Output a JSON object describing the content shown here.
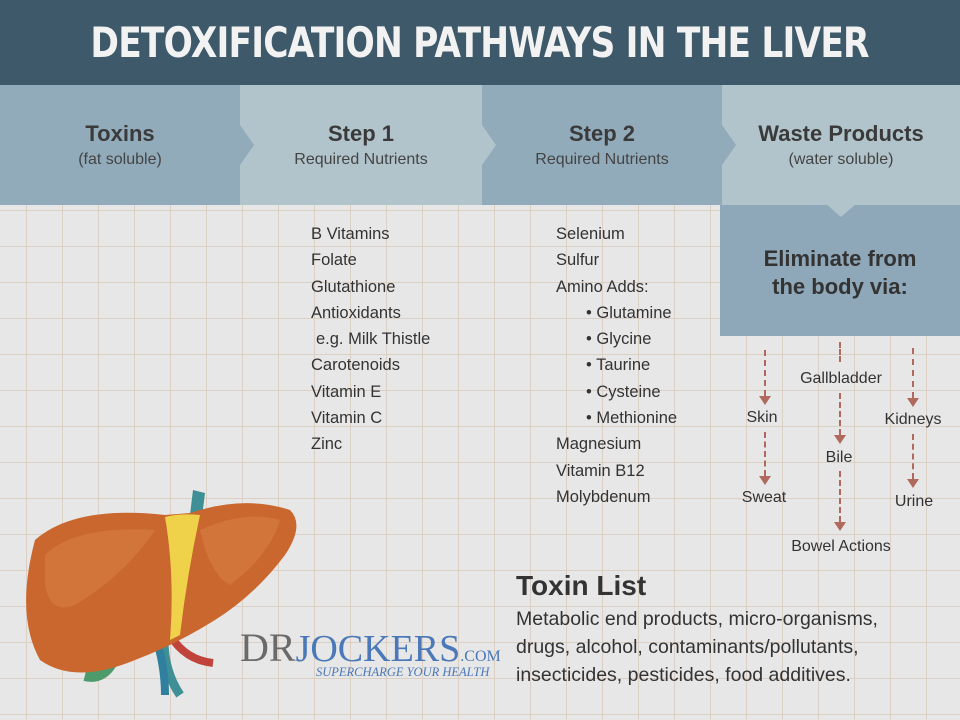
{
  "title": "DETOXIFICATION PATHWAYS IN THE LIVER",
  "columns": [
    {
      "heading": "Toxins",
      "sub": "(fat soluble)"
    },
    {
      "heading": "Step 1",
      "sub": "Required Nutrients"
    },
    {
      "heading": "Step 2",
      "sub": "Required Nutrients"
    },
    {
      "heading": "Waste Products",
      "sub": "(water soluble)"
    }
  ],
  "step1": [
    "B Vitamins",
    "Folate",
    "Glutathione",
    "Antioxidants",
    " e.g. Milk Thistle",
    "Carotenoids",
    "Vitamin E",
    "Vitamin C",
    "Zinc"
  ],
  "step2": [
    "Selenium",
    "Sulfur",
    "Amino Adds:",
    "• Glutamine",
    "• Glycine",
    "• Taurine",
    "• Cysteine",
    "• Methionine",
    "Magnesium",
    "Vitamin B12",
    "Molybdenum"
  ],
  "eliminate": {
    "line1": "Eliminate from",
    "line2": "the body via:"
  },
  "routes": {
    "skin": "Skin",
    "sweat": "Sweat",
    "gallbladder": "Gallbladder",
    "bile": "Bile",
    "bowel": "Bowel Actions",
    "kidneys": "Kidneys",
    "urine": "Urine"
  },
  "toxin_list": {
    "heading": "Toxin List",
    "lines": [
      "Metabolic end products, micro-organisms,",
      "drugs, alcohol, contaminants/pollutants,",
      "insecticides, pesticides, food additives."
    ]
  },
  "logo": {
    "dr": "DR",
    "jockers": "JOCKERS",
    "com": ".COM",
    "tagline": "SUPERCHARGE YOUR HEALTH"
  },
  "colors": {
    "title_bg": "#3e5969",
    "dark_cell": "#91abbb",
    "light_cell": "#b1c4cb",
    "arrow": "#b06a5d"
  }
}
